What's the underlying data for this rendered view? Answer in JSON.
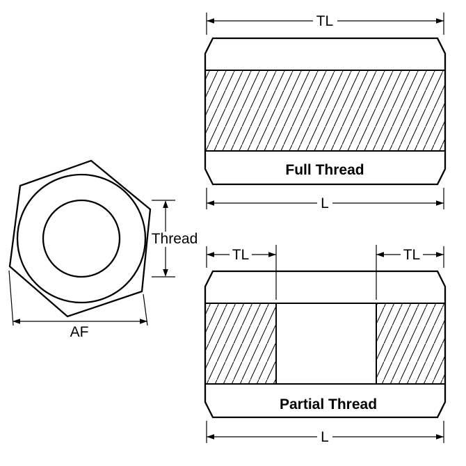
{
  "colors": {
    "line": "#000000",
    "caption": "#2222cc",
    "background": "#ffffff"
  },
  "hex_view": {
    "thread_label": "Thread",
    "af_label": "AF"
  },
  "full_thread_view": {
    "tl_label": "TL",
    "l_label": "L",
    "caption": "Full Thread"
  },
  "partial_thread_view": {
    "tl_left_label": "TL",
    "tl_right_label": "TL",
    "l_label": "L",
    "caption": "Partial Thread"
  }
}
